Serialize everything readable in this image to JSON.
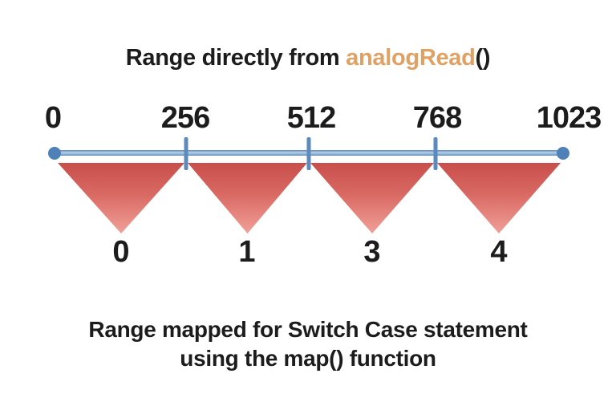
{
  "title": {
    "prefix": "Range directly from ",
    "highlight": "analogRead",
    "suffix": "()"
  },
  "number_line": {
    "top_labels": [
      "0",
      "256",
      "512",
      "768",
      "1023"
    ],
    "bottom_labels": [
      "0",
      "1",
      "3",
      "4"
    ]
  },
  "caption": {
    "line1": "Range mapped for Switch Case statement",
    "line2": "using the map() function"
  },
  "colors": {
    "highlight_orange": "#e0a165",
    "axis_blue": "#5d8abc",
    "endpoint_blue": "#4e81b8",
    "triangle_red_top": "#c84e4b",
    "triangle_red_bottom": "#f0a098",
    "text_black": "#1c1c1c",
    "background": "#ffffff"
  }
}
